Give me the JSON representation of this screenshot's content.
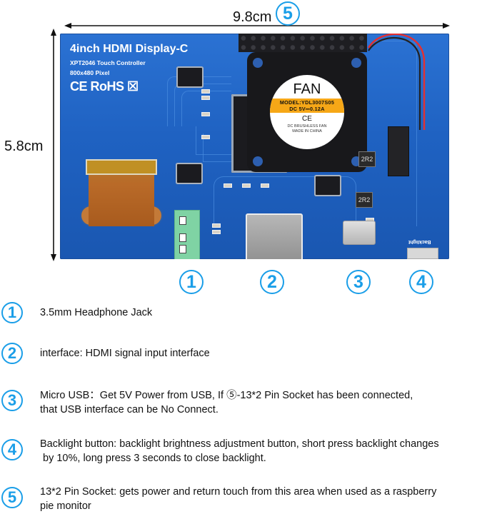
{
  "dimensions": {
    "width_label": "9.8cm",
    "height_label": "5.8cm"
  },
  "board": {
    "title": "4inch HDMI Display-C",
    "subtitle_1": "XPT2046 Touch Controller",
    "subtitle_2": "800x480 Pixel",
    "certifications": "CE RoHS ☒",
    "backlight_silkscreen": "Backlight",
    "inductor_label": "2R2",
    "colors": {
      "pcb": "#1f62c2",
      "marker": "#1a9ee8",
      "fan_band": "#f6a717",
      "jack": "#7fd3a4"
    }
  },
  "fan": {
    "name": "FAN",
    "model": "MODEL:YDL3007S05",
    "power": "DC 5V⎓0.12A",
    "ce": "CE",
    "desc_1": "DC BRUSHLESS FAN",
    "desc_2": "MADE IN CHINA"
  },
  "markers": {
    "m1": "1",
    "m2": "2",
    "m3": "3",
    "m4": "4",
    "m5": "5"
  },
  "legend": [
    {
      "number": "1",
      "lines": [
        "3.5mm Headphone Jack"
      ]
    },
    {
      "number": "2",
      "lines": [
        "interface: HDMI signal input interface"
      ]
    },
    {
      "number": "3",
      "lines": [
        "Micro USB：Get 5V Power from USB, If ⑤-13*2 Pin Socket has been connected,",
        "that USB interface can be No Connect."
      ]
    },
    {
      "number": "4",
      "lines": [
        "Backlight button: backlight brightness adjustment button, short press backlight changes",
        " by 10%, long press 3 seconds to close backlight."
      ]
    },
    {
      "number": "5",
      "lines": [
        "13*2 Pin Socket: gets power and return touch from this area when used as a raspberry",
        "pie monitor"
      ]
    }
  ]
}
